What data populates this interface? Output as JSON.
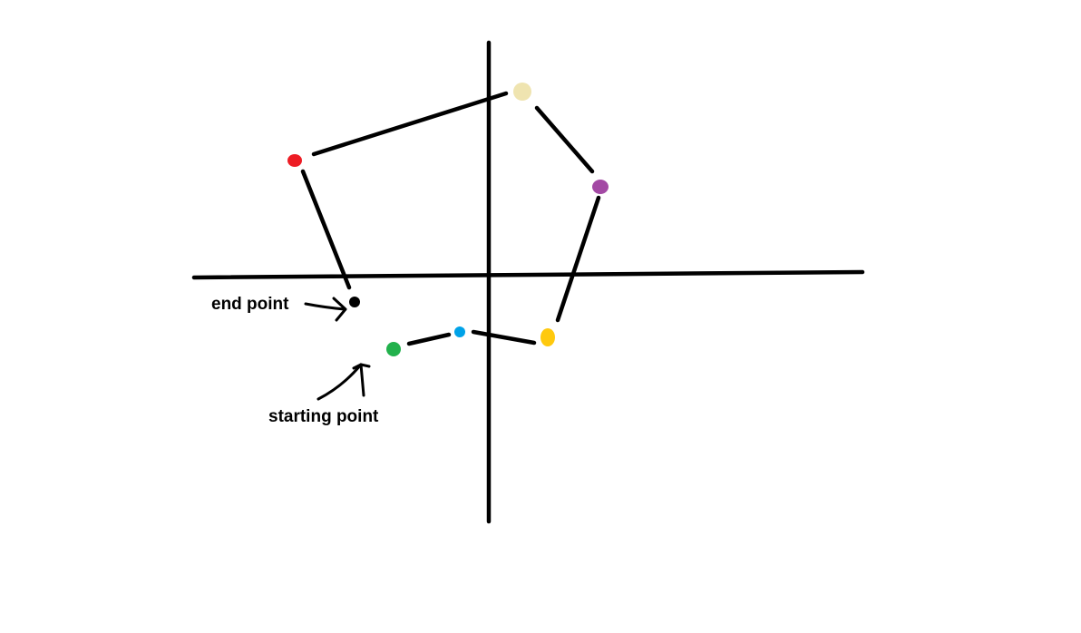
{
  "labels": {
    "end": "end point",
    "start": "starting point"
  },
  "points": [
    {
      "name": "green-point",
      "color": "#22b14c"
    },
    {
      "name": "blue-point",
      "color": "#00a2e8"
    },
    {
      "name": "yellow-point",
      "color": "#ffc90e"
    },
    {
      "name": "purple-point",
      "color": "#a349a4"
    },
    {
      "name": "beige-point",
      "color": "#efe4b0"
    },
    {
      "name": "red-point",
      "color": "#ed1c24"
    },
    {
      "name": "black-point",
      "color": "#000000"
    }
  ],
  "path_order": [
    "green-point",
    "blue-point",
    "yellow-point",
    "purple-point",
    "beige-point",
    "red-point",
    "black-point"
  ]
}
